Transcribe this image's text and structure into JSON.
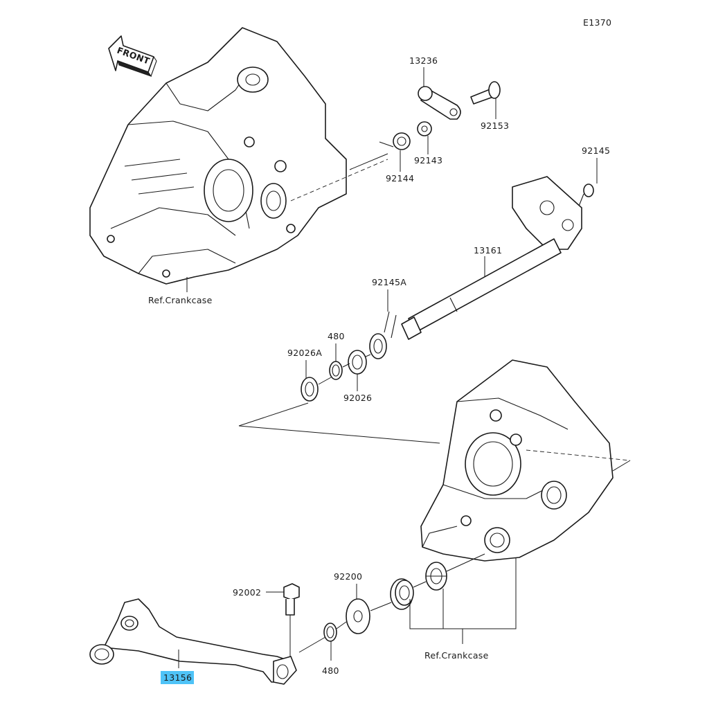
{
  "diagram_code": "E1370",
  "front_label": "FRONT",
  "highlight_color": "#4fc3f7",
  "parts": {
    "p13236": "13236",
    "p92153": "92153",
    "p92143": "92143",
    "p92144": "92144",
    "p92145": "92145",
    "p13161": "13161",
    "p92145A": "92145A",
    "p480_top": "480",
    "p92026A": "92026A",
    "p92026": "92026",
    "p92200": "92200",
    "p92002": "92002",
    "p480_bottom": "480",
    "p13156": "13156"
  },
  "references": {
    "ref_top": "Ref.Crankcase",
    "ref_bottom": "Ref.Crankcase"
  }
}
